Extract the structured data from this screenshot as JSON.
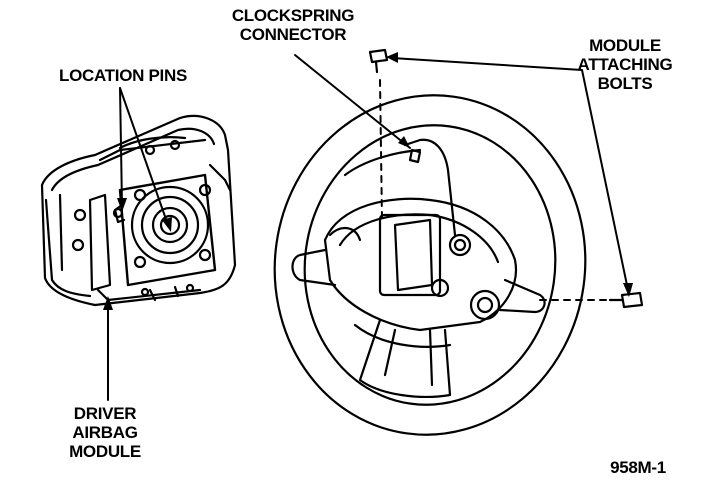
{
  "labels": {
    "clockspring": [
      "CLOCKSPRING",
      "CONNECTOR"
    ],
    "location_pins": "LOCATION PINS",
    "module_bolts": [
      "MODULE",
      "ATTACHING",
      "BOLTS"
    ],
    "driver_airbag": [
      "DRIVER",
      "AIRBAG",
      "MODULE"
    ],
    "figure_id": "958M-1"
  },
  "colors": {
    "ink": "#000000",
    "paper": "#ffffff"
  }
}
